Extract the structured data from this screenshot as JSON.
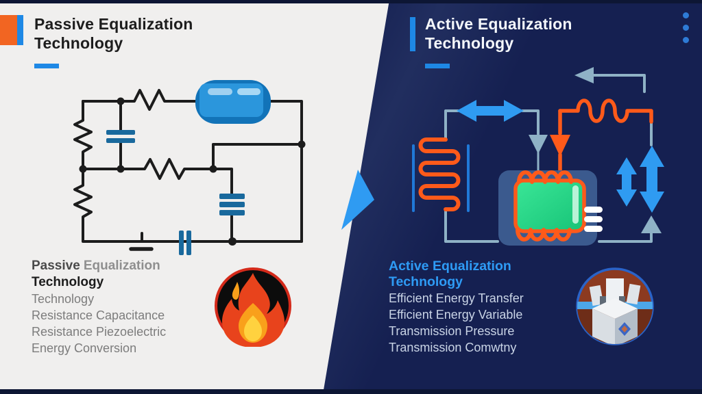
{
  "colors": {
    "light-bg": "#f0efee",
    "dark-bg": "#152051",
    "bar": "#0d1634",
    "accent-blue": "#1e88e5",
    "bright-blue": "#2f9bf2",
    "accent-orange": "#f26522",
    "steel": "#8fb2c6",
    "wire": "#1c1c1c",
    "cap-blue": "#19699d",
    "coil-orange": "#ff5a1a",
    "chip-bg": "#3f5f94",
    "text-dark": "#1d1d1d",
    "text-gray": "#7c7c7c",
    "text-light": "#c9d4e6"
  },
  "left": {
    "header": {
      "line1": "Passive Equalization",
      "line2": "Technology"
    },
    "caption": {
      "bold_a": "Passive",
      "bold_b": "Equalization",
      "bold_line2": "Technology",
      "lines": [
        "Technology",
        "Resistance Capacitance",
        "Resistance Piezoelectric",
        "Energy Conversion"
      ]
    },
    "icons": {
      "badge": "fire-icon"
    }
  },
  "right": {
    "header": {
      "line1": "Active Equalization",
      "line2": "Technology"
    },
    "caption": {
      "bold_line1": "Active Equalization",
      "bold_line2": "Technology",
      "lines": [
        "Efficient Energy Transfer",
        "Efficient Energy Variable",
        "Transmission Pressure",
        "Transmission Comwtny"
      ]
    },
    "icons": {
      "badge": "converter-box-icon",
      "menu": "kebab-menu-icon"
    }
  }
}
